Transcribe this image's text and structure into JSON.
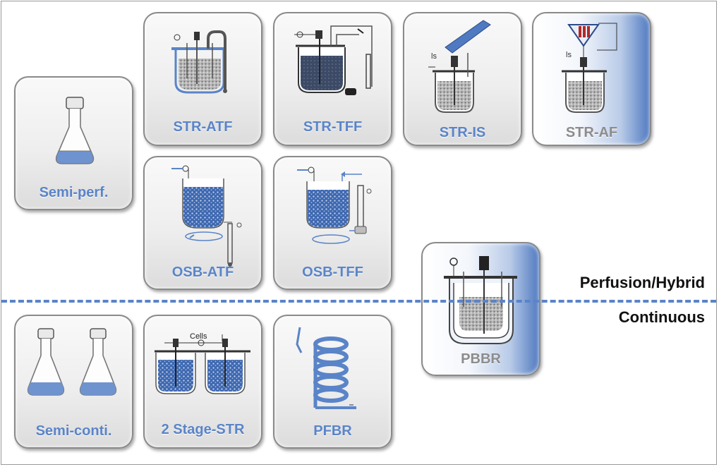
{
  "tiles": {
    "semi_perf": "Semi-perf.",
    "str_atf": "STR-ATF",
    "str_tff": "STR-TFF",
    "str_is": "STR-IS",
    "str_af": "STR-AF",
    "osb_atf": "OSB-ATF",
    "osb_tff": "OSB-TFF",
    "pbbr": "PBBR",
    "semi_conti": "Semi-conti.",
    "two_stage": "2 Stage-STR",
    "pfbr": "PFBR"
  },
  "annotations": {
    "str_is_ls": "ls",
    "str_af_ls": "ls",
    "cells": "Cells"
  },
  "separator": {
    "upper_label": "Perfusion/Hybrid",
    "lower_label": "Continuous"
  },
  "colors": {
    "label_blue": "#5a84c8",
    "label_grey": "#8c8c8c",
    "culture_blue": "#3e68b0",
    "separator": "#5a84c8"
  }
}
